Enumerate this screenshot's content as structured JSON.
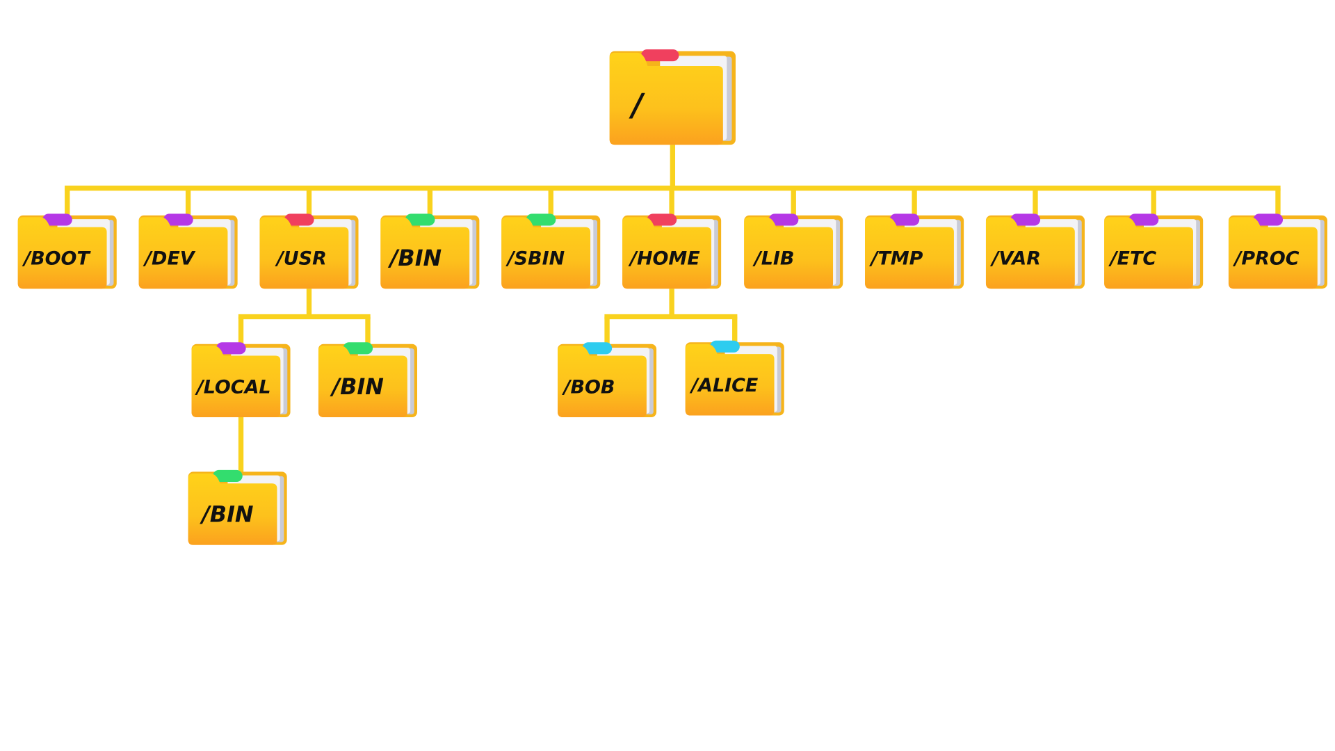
{
  "diagram": {
    "connector_color": "#F9D21E",
    "folder_colors": {
      "body_top": "#FFD21A",
      "body_bottom": "#FBA11E",
      "back": "#F6B41B",
      "paper": "#F3F3F6",
      "paper_shadow": "#C9CBD6"
    },
    "tab_colors": {
      "red": "#F0405E",
      "purple": "#B538E6",
      "green": "#33DD6E",
      "cyan": "#2ECCEF"
    },
    "nodes": [
      {
        "id": "root",
        "label": "/",
        "tab": "red",
        "parent": null
      },
      {
        "id": "boot",
        "label": "/BOOT",
        "tab": "purple",
        "parent": "root"
      },
      {
        "id": "dev",
        "label": "/DEV",
        "tab": "purple",
        "parent": "root"
      },
      {
        "id": "usr",
        "label": "/USR",
        "tab": "red",
        "parent": "root"
      },
      {
        "id": "bin",
        "label": "/BIN",
        "tab": "green",
        "parent": "root"
      },
      {
        "id": "sbin",
        "label": "/SBIN",
        "tab": "green",
        "parent": "root"
      },
      {
        "id": "home",
        "label": "/HOME",
        "tab": "red",
        "parent": "root"
      },
      {
        "id": "lib",
        "label": "/LIB",
        "tab": "purple",
        "parent": "root"
      },
      {
        "id": "tmp",
        "label": "/TMP",
        "tab": "purple",
        "parent": "root"
      },
      {
        "id": "var",
        "label": "/VAR",
        "tab": "purple",
        "parent": "root"
      },
      {
        "id": "etc",
        "label": "/ETC",
        "tab": "purple",
        "parent": "root"
      },
      {
        "id": "proc",
        "label": "/PROC",
        "tab": "purple",
        "parent": "root"
      },
      {
        "id": "usr-local",
        "label": "/LOCAL",
        "tab": "purple",
        "parent": "usr"
      },
      {
        "id": "usr-bin",
        "label": "/BIN",
        "tab": "green",
        "parent": "usr"
      },
      {
        "id": "local-bin",
        "label": "/BIN",
        "tab": "green",
        "parent": "usr-local"
      },
      {
        "id": "bob",
        "label": "/BOB",
        "tab": "cyan",
        "parent": "home"
      },
      {
        "id": "alice",
        "label": "/ALICE",
        "tab": "cyan",
        "parent": "home"
      }
    ]
  }
}
